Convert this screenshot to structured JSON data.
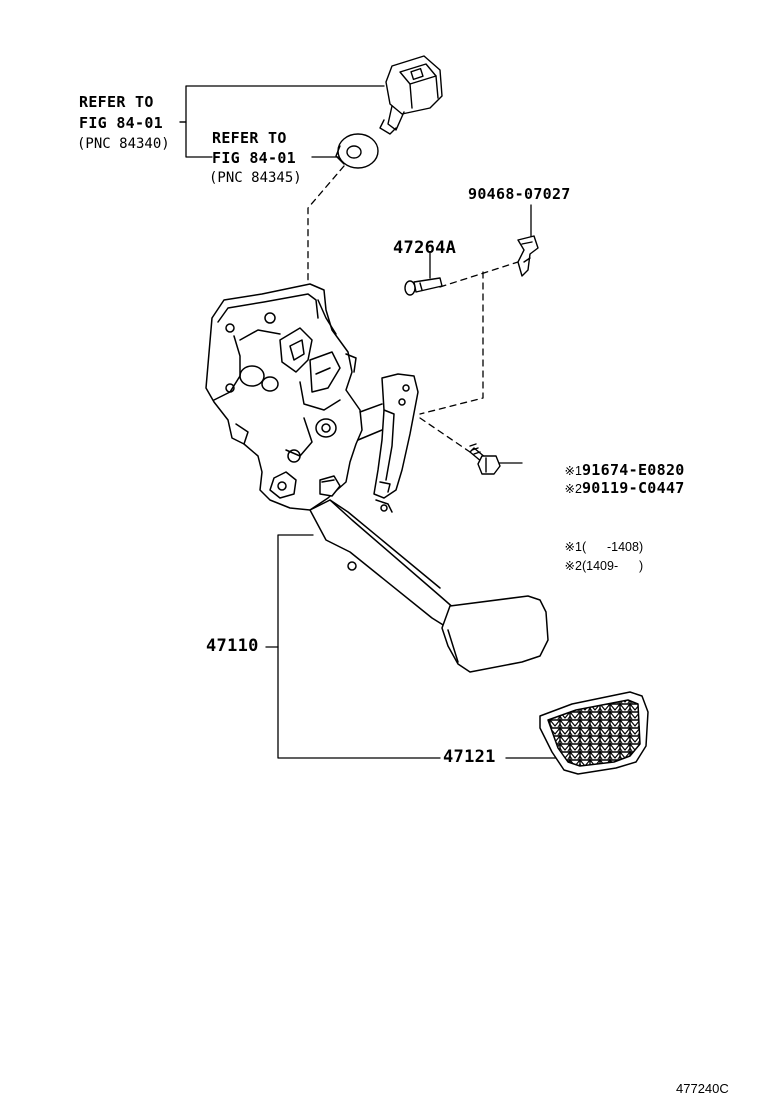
{
  "refs": [
    {
      "line1": "REFER TO",
      "line2": "FIG 84-01",
      "line3": "(PNC 84340)"
    },
    {
      "line1": "REFER TO",
      "line2": "FIG 84-01",
      "line3": "(PNC 84345)"
    }
  ],
  "parts": {
    "clip": "90468-07027",
    "pin": "47264A",
    "bolt_1": "91674-E0820",
    "bolt_2": "90119-C0447",
    "pedal_assy": "47110",
    "pedal_pad": "47121"
  },
  "notes": {
    "mark1": "※1",
    "mark2": "※2",
    "range1": "(      -1408)",
    "range2": "(1409-      )"
  },
  "figure_code": "477240C"
}
